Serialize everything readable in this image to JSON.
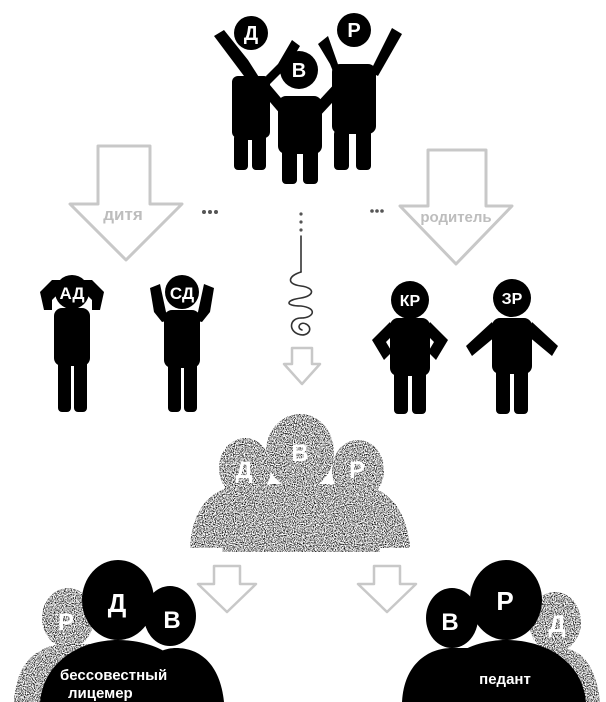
{
  "top_group": {
    "child": "Д",
    "adult": "В",
    "parent": "Р"
  },
  "arrows": {
    "left_label": "дитя",
    "right_label": "родитель"
  },
  "child_states": {
    "adapted": "АД",
    "free": "СД"
  },
  "parent_states": {
    "critical": "КР",
    "nurturing": "ЗР"
  },
  "middle_group": {
    "child": "Д",
    "adult": "В",
    "parent": "Р"
  },
  "left_result": {
    "parent": "Р",
    "child": "Д",
    "adult": "В",
    "caption_line1": "бессовестный",
    "caption_line2": "лицемер"
  },
  "right_result": {
    "adult": "В",
    "parent": "Р",
    "child": "Д",
    "caption": "педант"
  },
  "colors": {
    "figure": "#000000",
    "arrow_outline": "#c8c8c8",
    "arrow_label": "#bdbdbd",
    "background": "#ffffff"
  }
}
